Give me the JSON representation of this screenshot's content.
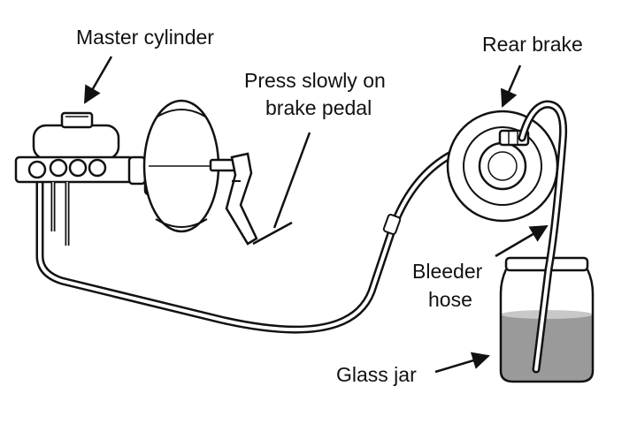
{
  "labels": {
    "master_cylinder": "Master cylinder",
    "press_line1": "Press slowly on",
    "press_line2": "brake pedal",
    "rear_brake": "Rear brake",
    "bleeder_line1": "Bleeder",
    "bleeder_line2": "hose",
    "glass_jar": "Glass jar"
  },
  "colors": {
    "ink": "#111111",
    "fluid": "#9a9a9a",
    "fluid_surface": "#c8c8c8",
    "background": "#ffffff"
  }
}
